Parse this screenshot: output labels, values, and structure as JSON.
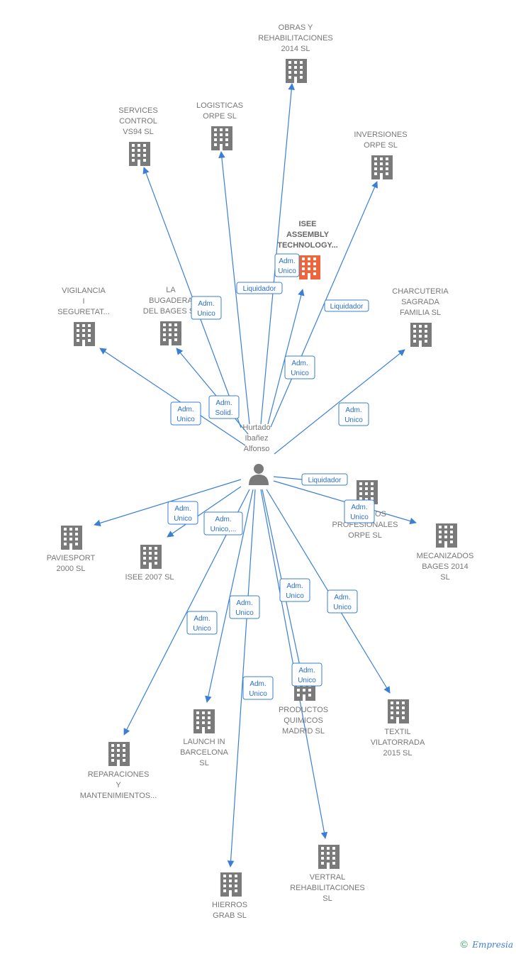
{
  "colors": {
    "edge": "#3a7fd5",
    "building": "#7a7a7a",
    "highlight": "#f0643a",
    "label": "#777777",
    "person": "#7a7a7a"
  },
  "center": {
    "lines": [
      "Hurtado",
      "Ibañez",
      "Alfonso"
    ],
    "icon": "person-icon"
  },
  "nodes": [
    {
      "id": "obras",
      "lines": [
        "OBRAS Y",
        "REHABILITACIONES",
        "2014  SL"
      ],
      "icon": "building-icon"
    },
    {
      "id": "logisticas",
      "lines": [
        "LOGISTICAS",
        "ORPE SL"
      ],
      "icon": "building-icon"
    },
    {
      "id": "services_control",
      "lines": [
        "SERVICES",
        "CONTROL",
        "VS94 SL"
      ],
      "icon": "building-icon"
    },
    {
      "id": "inversiones",
      "lines": [
        "INVERSIONES",
        "ORPE SL"
      ],
      "icon": "building-icon"
    },
    {
      "id": "isee_assembly",
      "lines": [
        "ISEE",
        "ASSEMBLY",
        "TECHNOLOGY..."
      ],
      "icon": "building-icon",
      "highlight": true
    },
    {
      "id": "vigilancia",
      "lines": [
        "VIGILANCIA",
        "I",
        "SEGURETAT..."
      ],
      "icon": "building-icon"
    },
    {
      "id": "bugadera",
      "lines": [
        "LA",
        "BUGADERA",
        "DEL BAGES  SL"
      ],
      "icon": "building-icon"
    },
    {
      "id": "charcuteria",
      "lines": [
        "CHARCUTERIA",
        "SAGRADA",
        "FAMILIA  SL"
      ],
      "icon": "building-icon"
    },
    {
      "id": "paviesport",
      "lines": [
        "PAVIESPORT",
        "2000  SL"
      ],
      "icon": "building-icon"
    },
    {
      "id": "isee2007",
      "lines": [
        "ISEE 2007 SL"
      ],
      "icon": "building-icon"
    },
    {
      "id": "servicios_prof",
      "lines": [
        "SERVICIOS",
        "PROFESIONALES",
        "ORPE SL"
      ],
      "icon": "building-icon"
    },
    {
      "id": "mecanizados",
      "lines": [
        "MECANIZADOS",
        "BAGES 2014",
        "SL"
      ],
      "icon": "building-icon"
    },
    {
      "id": "reparaciones",
      "lines": [
        "REPARACIONES",
        "Y",
        "MANTENIMIENTOS..."
      ],
      "icon": "building-icon"
    },
    {
      "id": "launch",
      "lines": [
        "LAUNCH IN",
        "BARCELONA",
        "SL"
      ],
      "icon": "building-icon"
    },
    {
      "id": "productos",
      "lines": [
        "PRODUCTOS",
        "QUIMICOS",
        "MADRID  SL"
      ],
      "icon": "building-icon"
    },
    {
      "id": "textil",
      "lines": [
        "TEXTIL",
        "VILATORRADA",
        "2015  SL"
      ],
      "icon": "building-icon"
    },
    {
      "id": "vertral",
      "lines": [
        "VERTRAL",
        "REHABILITACIONES",
        "SL"
      ],
      "icon": "building-icon"
    },
    {
      "id": "hierros",
      "lines": [
        "HIERROS",
        "GRAB  SL"
      ],
      "icon": "building-icon"
    }
  ],
  "edges": [
    {
      "to": "obras",
      "lines": [
        "Adm.",
        "Unico"
      ]
    },
    {
      "to": "logisticas",
      "lines": [
        "Liquidador"
      ]
    },
    {
      "to": "services_control",
      "lines": [
        "Adm.",
        "Unico"
      ]
    },
    {
      "to": "inversiones",
      "lines": [
        "Liquidador"
      ]
    },
    {
      "to": "isee_assembly",
      "lines": [
        "Adm.",
        "Unico"
      ]
    },
    {
      "to": "vigilancia",
      "lines": [
        "Adm.",
        "Unico"
      ]
    },
    {
      "to": "bugadera",
      "lines": [
        "Adm.",
        "Solid."
      ]
    },
    {
      "to": "charcuteria",
      "lines": [
        "Adm.",
        "Unico"
      ]
    },
    {
      "to": "servicios_prof",
      "lines": [
        "Liquidador"
      ]
    },
    {
      "to": "mecanizados",
      "lines": [
        "Adm.",
        "Unico"
      ]
    },
    {
      "to": "paviesport",
      "lines": [
        "Adm.",
        "Unico"
      ]
    },
    {
      "to": "isee2007",
      "lines": [
        "Adm.",
        "Unico,..."
      ]
    },
    {
      "to": "reparaciones",
      "lines": [
        "Adm.",
        "Unico"
      ]
    },
    {
      "to": "launch",
      "lines": [
        "Adm.",
        "Unico"
      ]
    },
    {
      "to": "hierros",
      "lines": [
        "Adm.",
        "Unico"
      ]
    },
    {
      "to": "productos",
      "lines": [
        "Adm.",
        "Unico"
      ]
    },
    {
      "to": "vertral",
      "lines": [
        "Adm.",
        "Unico"
      ]
    },
    {
      "to": "textil",
      "lines": [
        "Adm.",
        "Unico"
      ]
    }
  ],
  "footer": {
    "copyright": "©",
    "brand": "Empresia"
  }
}
